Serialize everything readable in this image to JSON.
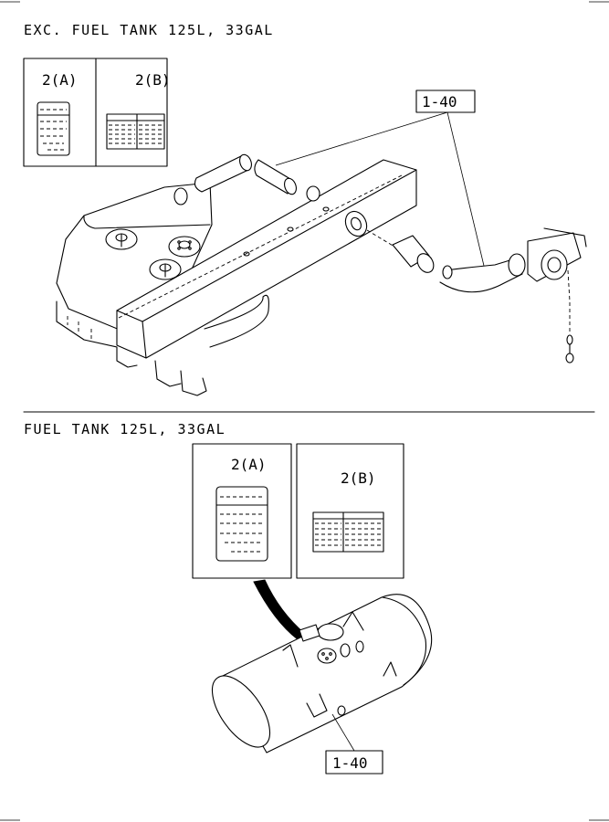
{
  "sections": [
    {
      "title": "EXC. FUEL TANK 125L, 33GAL",
      "label_panel": {
        "left_label": "2(A)",
        "right_label": "2(B)"
      },
      "callout": "1-40"
    },
    {
      "title": "FUEL TANK 125L, 33GAL",
      "label_panel": {
        "left_label": "2(A)",
        "right_label": "2(B)"
      },
      "callout": "1-40"
    }
  ]
}
